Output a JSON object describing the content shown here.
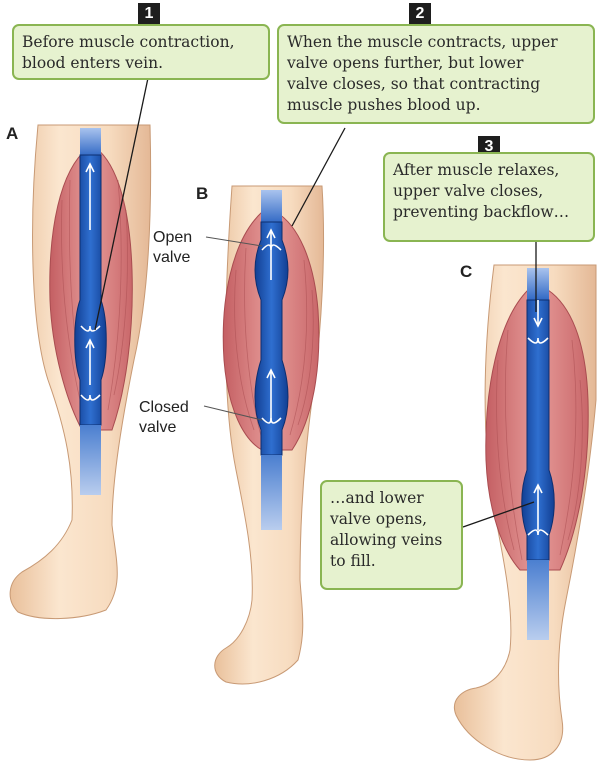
{
  "steps": [
    {
      "number": "1",
      "text": "Before muscle contraction,\nblood enters vein."
    },
    {
      "number": "2",
      "text": "When the muscle contracts, upper\nvalve opens further, but lower\nvalve closes, so that contracting\nmuscle pushes blood up."
    },
    {
      "number": "3",
      "text": "After muscle relaxes,\nupper valve closes,\npreventing backflow…"
    }
  ],
  "lower_note": "…and lower\nvalve opens,\nallowing veins\nto fill.",
  "panels": [
    "A",
    "B",
    "C"
  ],
  "labels": {
    "open_valve": "Open\nvalve",
    "closed_valve": "Closed\nvalve"
  },
  "colors": {
    "callout_fill": "#e6f2cf",
    "callout_border": "#8ab552",
    "skin": "#f6dcc0",
    "muscle": "#d97b7b",
    "vein": "#1f4fa8",
    "badge": "#1e1e1e"
  }
}
